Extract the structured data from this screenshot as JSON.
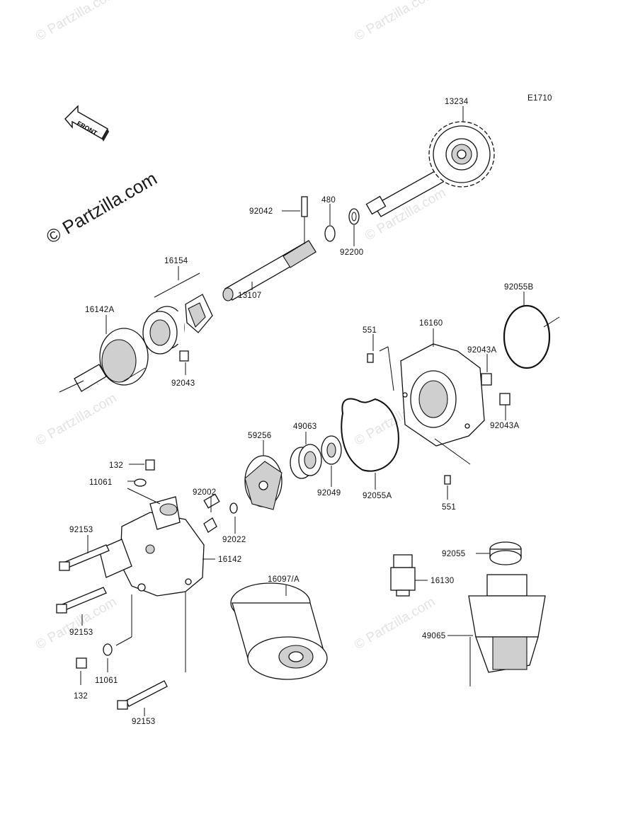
{
  "diagram_code": "E1710",
  "front_arrow_label": "FRONT",
  "watermark_main": "© Partzilla.com",
  "watermark_faint": "© Partzilla.com",
  "part_labels": {
    "p13234": "13234",
    "p92042": "92042",
    "p480": "480",
    "p92200": "92200",
    "p16154": "16154",
    "p13107": "13107",
    "p16142A": "16142A",
    "p92043": "92043",
    "p92055B": "92055B",
    "p551_top": "551",
    "p16160": "16160",
    "p92043A_1": "92043A",
    "p92043A_2": "92043A",
    "p59256": "59256",
    "p49063": "49063",
    "p92049": "92049",
    "p92055A": "92055A",
    "p551_bottom": "551",
    "p132_top": "132",
    "p11061_top": "11061",
    "p92002": "92002",
    "p92022": "92022",
    "p92153_1": "92153",
    "p16142": "16142",
    "p92153_2": "92153",
    "p11061_bottom": "11061",
    "p132_bottom": "132",
    "p92153_3": "92153",
    "p16097": "16097/A",
    "p92055": "92055",
    "p16130": "16130",
    "p49065": "49065"
  }
}
